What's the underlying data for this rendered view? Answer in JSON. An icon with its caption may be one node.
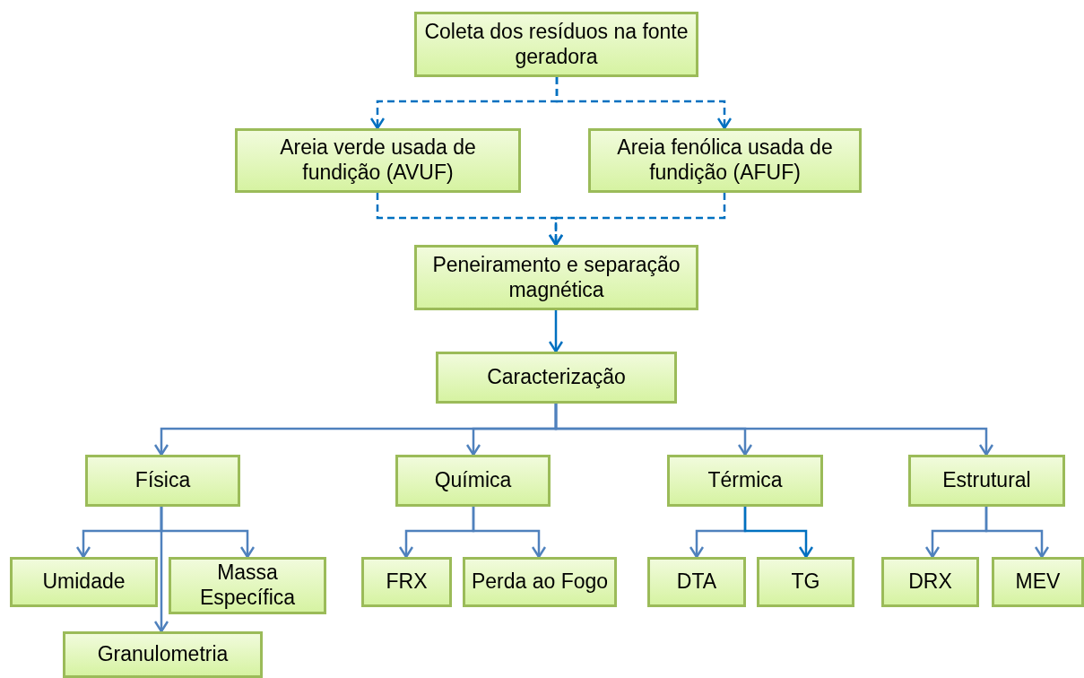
{
  "diagram": {
    "nodes": [
      {
        "text": [
          "Coleta dos resíduos na fonte geradora"
        ]
      },
      {
        "text": [
          "Areia verde usada de fundição (AVUF)"
        ]
      },
      {
        "text": [
          "Areia fenólica usada de fundição (AFUF)"
        ]
      },
      {
        "text": [
          "Peneiramento e separação magnética"
        ]
      },
      {
        "text": [
          "Caracterização"
        ]
      },
      {
        "text": [
          "Física"
        ]
      },
      {
        "text": [
          "Química"
        ]
      },
      {
        "text": [
          "Térmica"
        ]
      },
      {
        "text": [
          "Estrutural"
        ]
      },
      {
        "text": [
          "Umidade"
        ]
      },
      {
        "text": [
          "Massa Específica"
        ]
      },
      {
        "text": [
          "Granulometria"
        ]
      },
      {
        "text": [
          "FRX"
        ]
      },
      {
        "text": [
          "Perda ao Fogo"
        ]
      },
      {
        "text": [
          "DTA"
        ]
      },
      {
        "text": [
          "TG"
        ]
      },
      {
        "text": [
          "DRX"
        ]
      },
      {
        "text": [
          "MEV"
        ]
      }
    ],
    "edges": [
      {
        "from": 0,
        "to": 1,
        "arrow": "to",
        "style": "dashed",
        "color": "#0070c0"
      },
      {
        "from": 0,
        "to": 2,
        "arrow": "to",
        "style": "dashed",
        "color": "#0070c0"
      },
      {
        "from": 1,
        "to": 3,
        "arrow": "to",
        "style": "dashed",
        "color": "#0070c0"
      },
      {
        "from": 2,
        "to": 3,
        "arrow": "to",
        "style": "dashed",
        "color": "#0070c0"
      },
      {
        "from": 3,
        "to": 4,
        "arrow": "to",
        "color": "#0070c0"
      },
      {
        "from": 4,
        "to": 5,
        "arrow": "to"
      },
      {
        "from": 4,
        "to": 6,
        "arrow": "to"
      },
      {
        "from": 4,
        "to": 7,
        "arrow": "to"
      },
      {
        "from": 4,
        "to": 8,
        "arrow": "to"
      },
      {
        "from": 5,
        "to": 9,
        "arrow": "to"
      },
      {
        "from": 5,
        "to": 10,
        "arrow": "to"
      },
      {
        "from": 5,
        "to": 11,
        "arrow": "to"
      },
      {
        "from": 6,
        "to": 12,
        "arrow": "to"
      },
      {
        "from": 6,
        "to": 13,
        "arrow": "to"
      },
      {
        "from": 7,
        "to": 14,
        "arrow": "to"
      },
      {
        "from": 7,
        "to": 15,
        "arrow": "to",
        "color": "#0070c0"
      },
      {
        "from": 8,
        "to": 16,
        "arrow": "to"
      },
      {
        "from": 8,
        "to": 17,
        "arrow": "to"
      }
    ]
  }
}
